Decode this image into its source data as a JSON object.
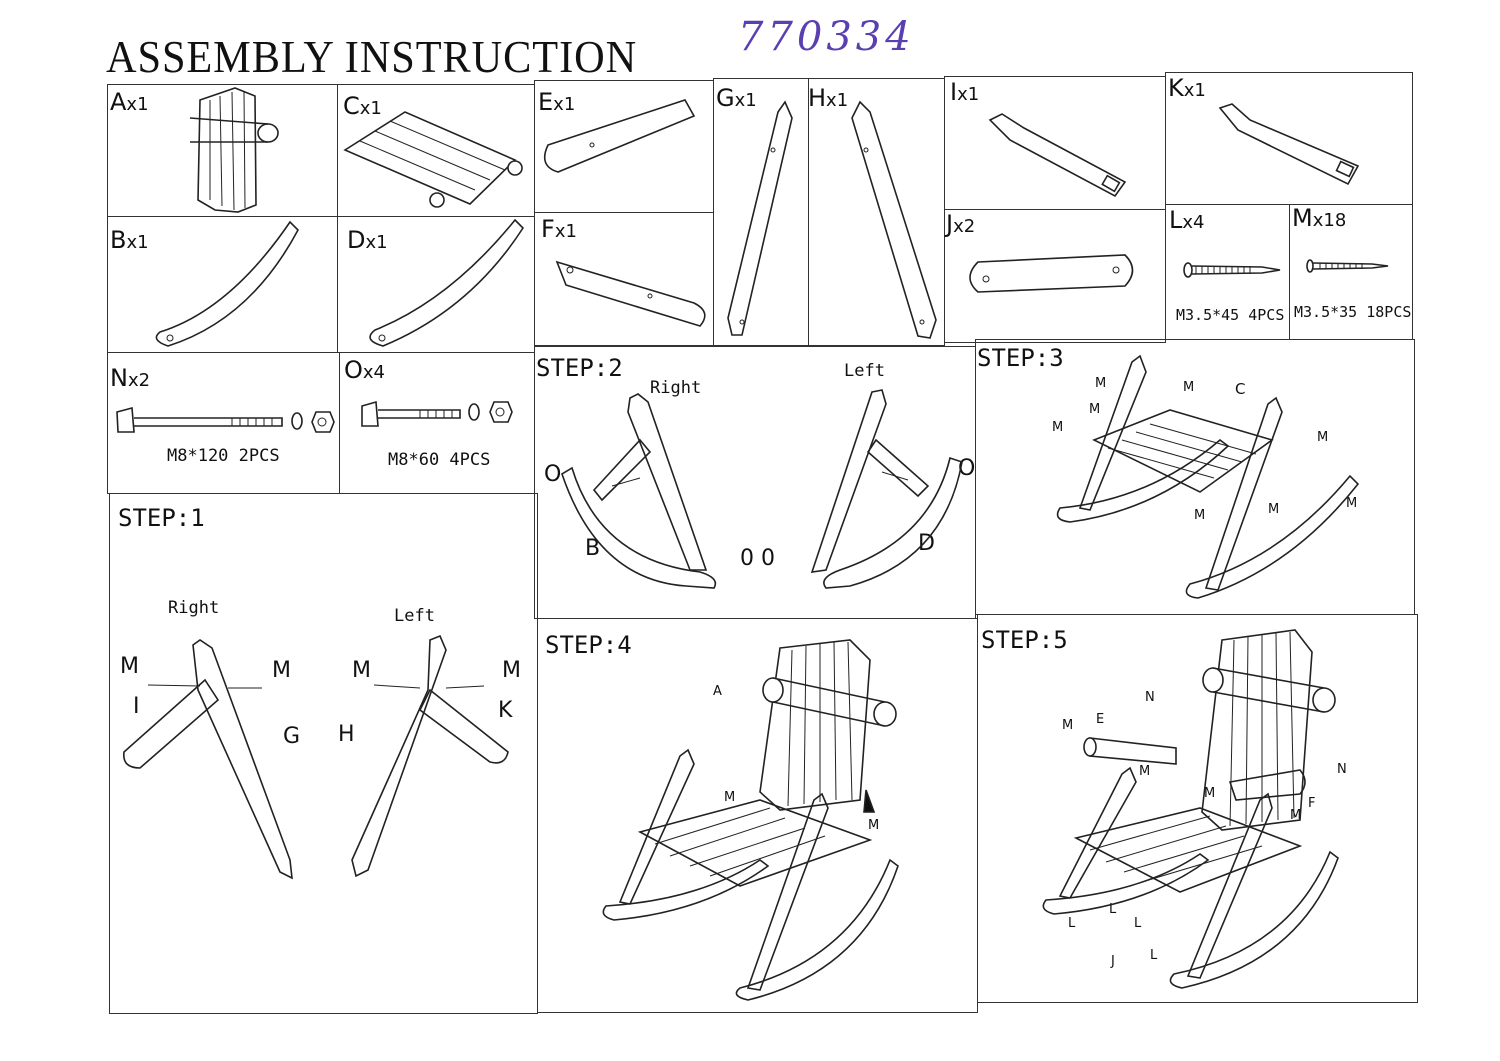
{
  "doc": {
    "title": "ASSEMBLY INSTRUCTION",
    "handwritten_number": "770334"
  },
  "parts": {
    "A": {
      "letter": "A",
      "qty": "x1"
    },
    "B": {
      "letter": "B",
      "qty": "x1"
    },
    "C": {
      "letter": "C",
      "qty": "x1"
    },
    "D": {
      "letter": "D",
      "qty": "x1"
    },
    "E": {
      "letter": "E",
      "qty": "x1"
    },
    "F": {
      "letter": "F",
      "qty": "x1"
    },
    "G": {
      "letter": "G",
      "qty": "x1"
    },
    "H": {
      "letter": "H",
      "qty": "x1"
    },
    "I": {
      "letter": "I",
      "qty": "x1"
    },
    "J": {
      "letter": "J",
      "qty": "x2"
    },
    "K": {
      "letter": "K",
      "qty": "x1"
    },
    "L": {
      "letter": "L",
      "qty": "x4",
      "spec": "M3.5*45 4PCS"
    },
    "M": {
      "letter": "M",
      "qty": "x18",
      "spec": "M3.5*35 18PCS"
    },
    "N": {
      "letter": "N",
      "qty": "x2",
      "spec": "M8*120 2PCS"
    },
    "O": {
      "letter": "O",
      "qty": "x4",
      "spec": "M8*60 4PCS"
    }
  },
  "steps": {
    "s1": {
      "title": "STEP:1",
      "right": "Right",
      "left": "Left"
    },
    "s2": {
      "title": "STEP:2",
      "right": "Right",
      "left": "Left"
    },
    "s3": {
      "title": "STEP:3"
    },
    "s4": {
      "title": "STEP:4"
    },
    "s5": {
      "title": "STEP:5"
    }
  },
  "callouts": {
    "M": "M",
    "I": "I",
    "G": "G",
    "H": "H",
    "K": "K",
    "O": "O",
    "OO": "0 0",
    "B": "B",
    "D": "D",
    "C": "C",
    "A": "A",
    "N": "N",
    "E": "E",
    "F": "F",
    "L": "L",
    "J": "J"
  }
}
